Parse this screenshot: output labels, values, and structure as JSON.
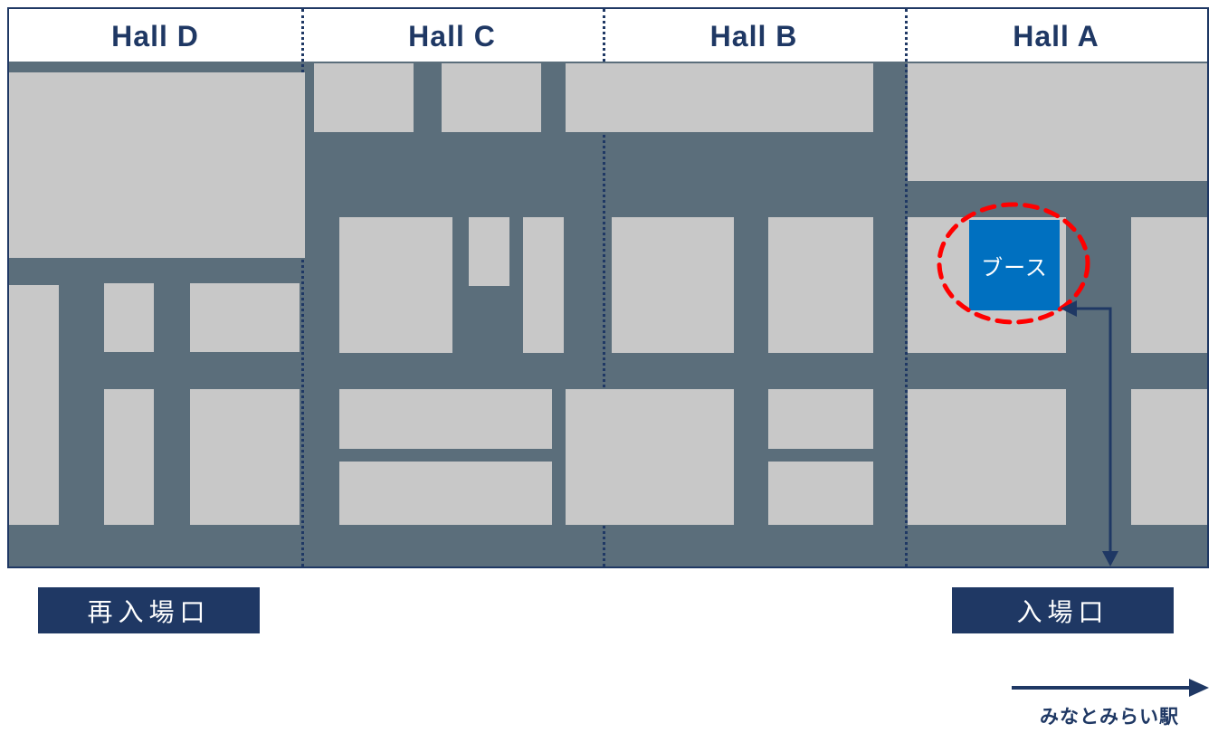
{
  "halls": [
    {
      "label": "Hall D"
    },
    {
      "label": "Hall C"
    },
    {
      "label": "Hall B"
    },
    {
      "label": "Hall A"
    }
  ],
  "booth": {
    "label": "ブース"
  },
  "gates": {
    "reentry": "再入場口",
    "entrance": "入場口"
  },
  "station": {
    "label": "みなとみらい駅"
  },
  "icons": {
    "route_arrow": "elbow-arrow-double-head",
    "station_arrow": "arrow-right",
    "booth_highlight": "red-dashed-ellipse"
  },
  "colors": {
    "navy": "#1F3864",
    "floor": "#5B6E7B",
    "booth_gray": "#C8C8C8",
    "booth_blue": "#0070C0",
    "highlight_red": "#FF0000",
    "white": "#FFFFFF"
  }
}
